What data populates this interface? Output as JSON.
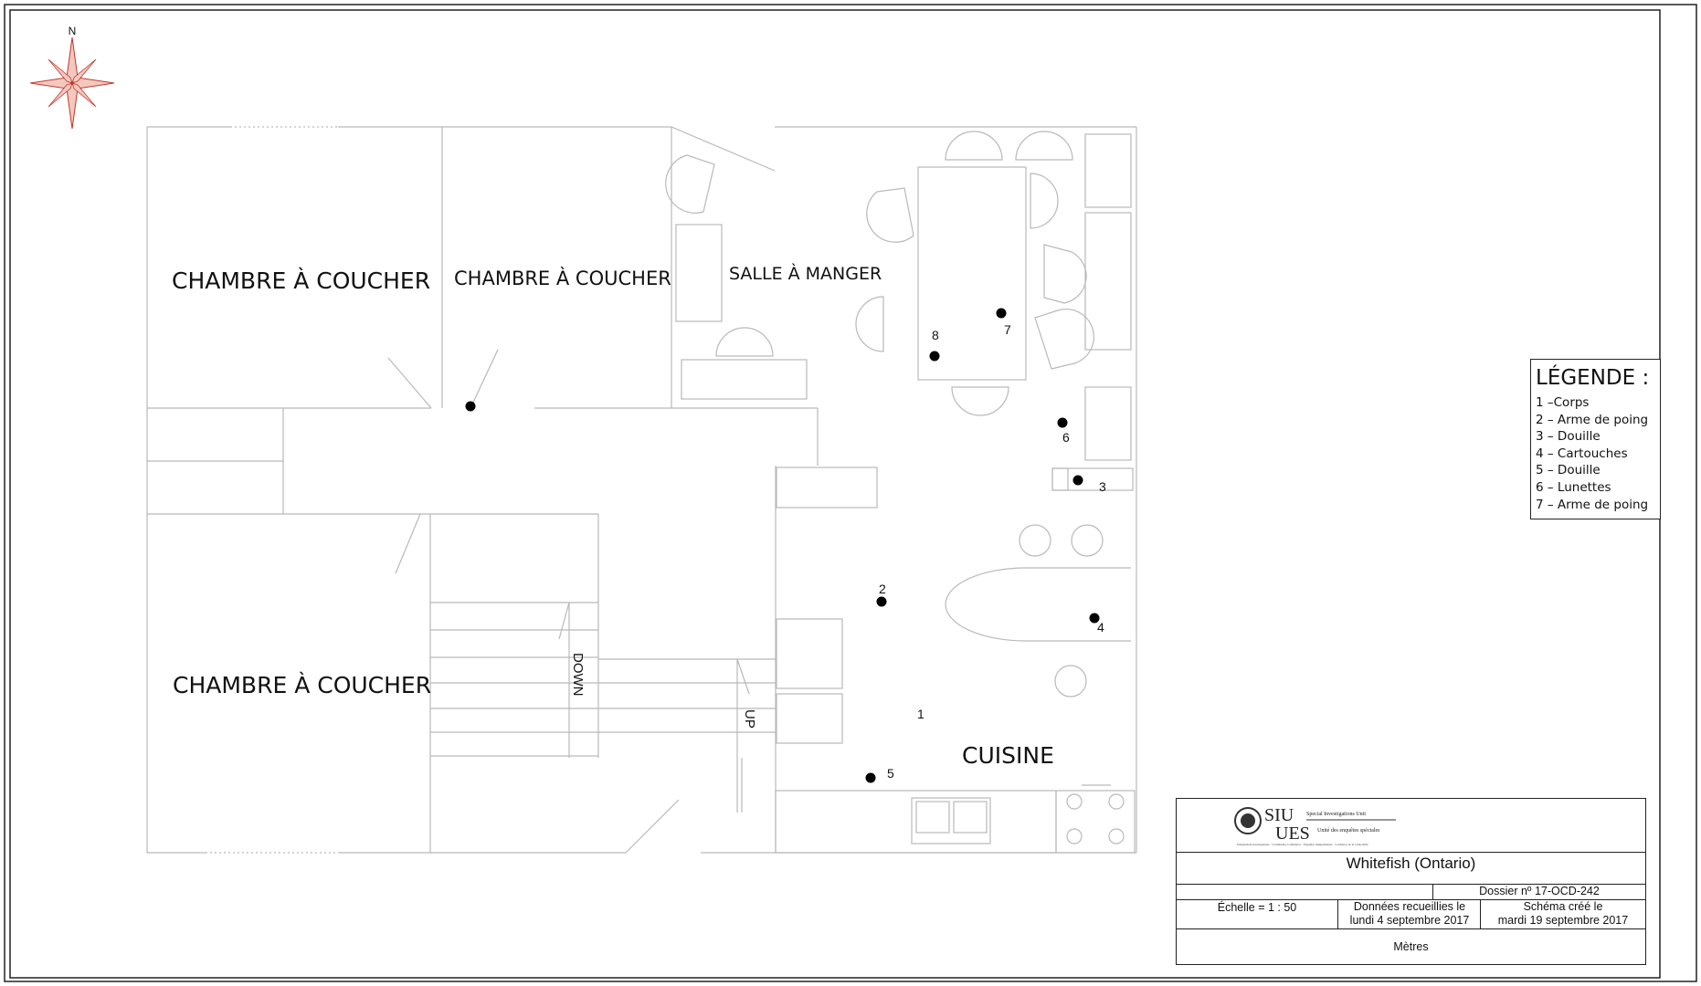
{
  "compass": {
    "north_label": "N"
  },
  "rooms": {
    "bedroom_nw": "CHAMBRE À COUCHER",
    "bedroom_n": "CHAMBRE À COUCHER",
    "dining": "SALLE À MANGER",
    "bedroom_sw": "CHAMBRE À COUCHER",
    "kitchen": "CUISINE"
  },
  "stairs": {
    "down_label": "DOWN",
    "up_label": "UP"
  },
  "markers": [
    {
      "id": "1",
      "label": "1"
    },
    {
      "id": "2",
      "label": "2"
    },
    {
      "id": "3",
      "label": "3"
    },
    {
      "id": "4",
      "label": "4"
    },
    {
      "id": "5",
      "label": "5"
    },
    {
      "id": "6",
      "label": "6"
    },
    {
      "id": "7",
      "label": "7"
    },
    {
      "id": "8",
      "label": "8"
    }
  ],
  "legend": {
    "title": "LÉGENDE :",
    "items": [
      "1 –Corps",
      "2 – Arme de poing",
      "3 – Douille",
      "4 – Cartouches",
      "5 – Douille",
      "6 – Lunettes",
      "7 – Arme de poing"
    ]
  },
  "title_block": {
    "logo_text": {
      "siu": "SIU",
      "ues": "UES",
      "en": "Special Investigations Unit",
      "fr": "Unité des enquêtes spéciales",
      "tagline": "Independent Investigations · Community Confidence · Enquêtes indépendantes · Confiance de la collectivité"
    },
    "location": "Whitefish (Ontario)",
    "dossier": "Dossier nº 17-OCD-242",
    "scale": "Échelle = 1 : 50",
    "data_collected_line1": "Données recueillies le",
    "data_collected_line2": "lundi 4 septembre 2017",
    "diagram_created_line1": "Schéma créé le",
    "diagram_created_line2": "mardi 19 septembre 2017",
    "units": "Mètres"
  },
  "colors": {
    "line": "#b9b9b9",
    "ink": "#111111",
    "compass": "#c0392b"
  }
}
